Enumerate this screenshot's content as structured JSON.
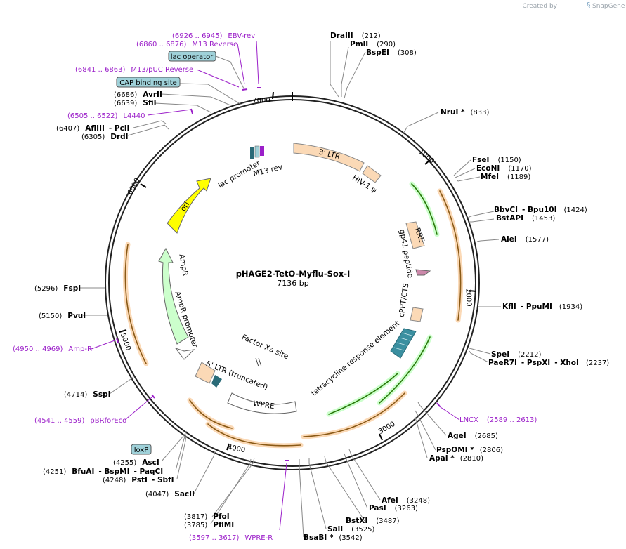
{
  "header": {
    "credit_prefix": "Created by",
    "brand": "SnapGene"
  },
  "plasmid": {
    "name": "pHAGE2-TetO-Myflu-Sox-I",
    "size": "7136 bp"
  },
  "ticks": [
    "1000",
    "2000",
    "3000",
    "4000",
    "5000",
    "6000",
    "7000"
  ],
  "enzymes": [
    {
      "name": "DraIII",
      "pos": "(212)"
    },
    {
      "name": "PmlI",
      "pos": "(290)"
    },
    {
      "name": "BspEI",
      "pos": "(308)"
    },
    {
      "name": "NruI *",
      "pos": "(833)"
    },
    {
      "name": "FseI",
      "pos": "(1150)"
    },
    {
      "name": "EcoNI",
      "pos": "(1170)"
    },
    {
      "name": "MfeI",
      "pos": "(1189)"
    },
    {
      "name": "BbvCI",
      "pos": "- Bpu10I",
      "pos2": "(1424)"
    },
    {
      "name": "BstAPI",
      "pos": "(1453)"
    },
    {
      "name": "AleI",
      "pos": "(1577)"
    },
    {
      "name": "KflI",
      "pos": "- PpuMI",
      "pos2": "(1934)"
    },
    {
      "name": "SpeI",
      "pos": "(2212)"
    },
    {
      "name": "PaeR7I",
      "pos": "- PspXI",
      "pos2": "- XhoI",
      "pos3": "(2237)"
    },
    {
      "name": "AgeI",
      "pos": "(2685)"
    },
    {
      "name": "PspOMI *",
      "pos": "(2806)"
    },
    {
      "name": "ApaI *",
      "pos": "(2810)"
    },
    {
      "name": "AfeI",
      "pos": "(3248)"
    },
    {
      "name": "PasI",
      "pos": "(3263)"
    },
    {
      "name": "BstXI",
      "pos": "(3487)"
    },
    {
      "name": "SalI",
      "pos": "(3525)"
    },
    {
      "name": "BsaBI *",
      "pos": "(3542)"
    },
    {
      "name": "PfoI",
      "pos": "(3817)"
    },
    {
      "name": "PflMI",
      "pos": "(3785)"
    },
    {
      "name": "SacII",
      "pos": "(4047)"
    },
    {
      "name": "AscI",
      "pos": "(4255)"
    },
    {
      "name": "BfuAI",
      "pos": "- BspMI",
      "pos2": "- PaqCI",
      "pre": "(4251)"
    },
    {
      "name": "PstI",
      "pos": "- SbfI",
      "pre": "(4248)"
    },
    {
      "name": "SspI",
      "pre": "(4714)"
    },
    {
      "name": "PvuI",
      "pre": "(5150)"
    },
    {
      "name": "FspI",
      "pre": "(5296)"
    },
    {
      "name": "DrdI",
      "pre": "(6305)"
    },
    {
      "name": "AflIII",
      "pos": "- PciI",
      "pre": "(6407)"
    },
    {
      "name": "SfiI",
      "pre": "(6639)"
    },
    {
      "name": "AvrII",
      "pre": "(6686)"
    }
  ],
  "primers": [
    {
      "name": "EBV-rev",
      "range": "(6926 .. 6945)"
    },
    {
      "name": "M13 Reverse",
      "range": "(6860 .. 6876)"
    },
    {
      "name": "M13/pUC Reverse",
      "range": "(6841 .. 6863)"
    },
    {
      "name": "L4440",
      "range": "(6505 .. 6522)"
    },
    {
      "name": "LNCX",
      "range": "(2589 .. 2613)"
    },
    {
      "name": "Amp-R",
      "range": "(4950 .. 4969)"
    },
    {
      "name": "pBRforEco",
      "range": "(4541 .. 4559)"
    },
    {
      "name": "WPRE-R",
      "range": "(3597 .. 3617)"
    }
  ],
  "boxed_features": [
    "lac operator",
    "CAP binding site",
    "loxP"
  ],
  "features": [
    "3' LTR",
    "HIV-1 ψ",
    "RRE",
    "gp41 peptide",
    "cPPT/CTS",
    "tetracycline response element",
    "WPRE",
    "5' LTR (truncated)",
    "Factor Xa site",
    "AmpR promoter",
    "AmpR",
    "ori",
    "lac promoter",
    "M13 rev"
  ],
  "colors": {
    "primer": "#9b1fc9",
    "ltr": "#fbd9b6",
    "ori": "#ffff00",
    "amp": "#ccffcc",
    "orf_border": "#e8a13c",
    "tre": "#3a8fa0",
    "box": "#9fd1d9"
  }
}
